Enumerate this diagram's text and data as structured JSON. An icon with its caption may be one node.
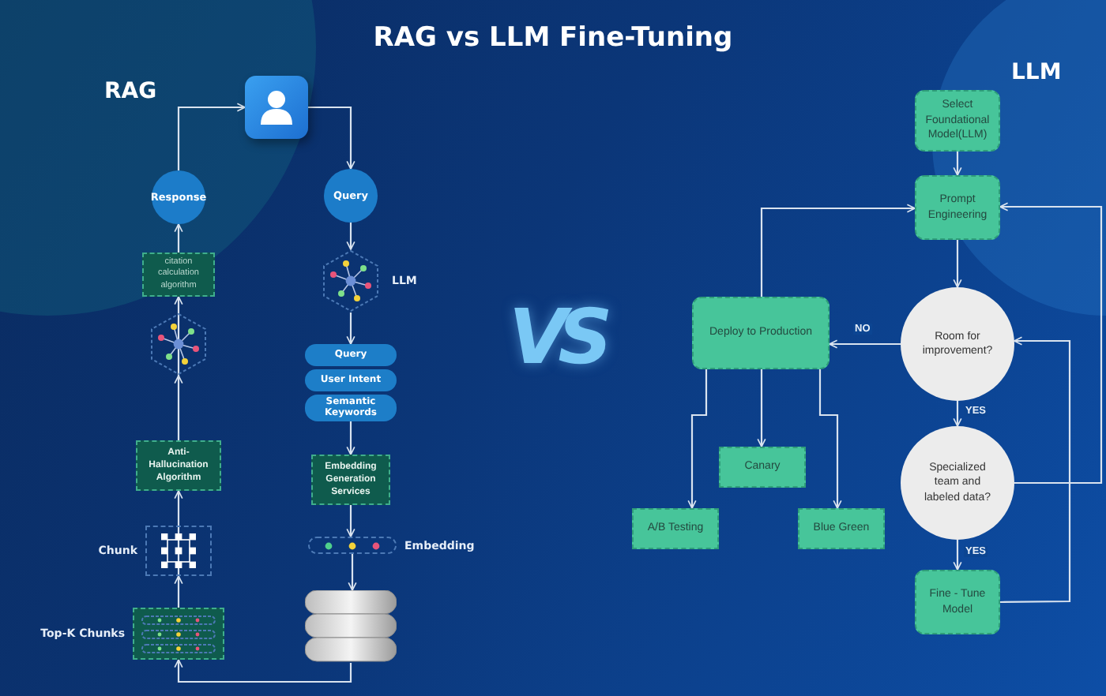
{
  "diagram": {
    "title": "RAG vs LLM Fine-Tuning",
    "nodes": [
      {
        "text": [],
        "shape": "picture"
      },
      {
        "text": [
          "Response"
        ]
      },
      {
        "text": [
          "Query"
        ]
      },
      {
        "text": [
          "citation calculation algorithm"
        ]
      },
      {
        "text": [],
        "shape": "hexagon"
      },
      {
        "text": [],
        "shape": "hexagon",
        "beside": [
          "LLM"
        ]
      },
      {
        "text": [
          "Query"
        ]
      },
      {
        "text": [
          "User Intent"
        ]
      },
      {
        "text": [
          "Semantic Keywords"
        ]
      },
      {
        "text": [
          "Anti- Hallucination Algorithm"
        ]
      },
      {
        "text": [
          "Embedding Generation Services"
        ]
      },
      {
        "text": [],
        "shape": "box",
        "beside": [
          "Chunk"
        ]
      },
      {
        "text": [],
        "shape": "bar",
        "beside": [
          "Embedding"
        ]
      },
      {
        "text": [],
        "shape": "box",
        "beside": [
          "Top-K Chunks"
        ]
      },
      {
        "text": [],
        "shape": "cylinder"
      },
      {
        "text": [
          "Select Foundational Model(LLM)"
        ]
      },
      {
        "text": [
          "Prompt Engineering"
        ]
      },
      {
        "text": [
          "Room for improvement?"
        ]
      },
      {
        "text": [
          "Deploy to Production"
        ]
      },
      {
        "text": [
          "Canary"
        ]
      },
      {
        "text": [
          "A/B Testing"
        ]
      },
      {
        "text": [
          "Blue Green"
        ]
      },
      {
        "text": [
          "Specialized team and labeled data?"
        ]
      },
      {
        "text": [
          "Fine - Tune Model"
        ]
      }
    ],
    "edges": [
      {
        "from": 1,
        "to": 0,
        "arrow": "to"
      },
      {
        "from": 0,
        "to": 2,
        "arrow": "to"
      },
      {
        "from": 2,
        "to": 5,
        "arrow": "to"
      },
      {
        "from": 5,
        "to": 6,
        "arrow": "to"
      },
      {
        "from": 8,
        "to": 10,
        "arrow": "to"
      },
      {
        "from": 10,
        "to": 12,
        "arrow": "to"
      },
      {
        "from": 12,
        "to": 14,
        "arrow": "to"
      },
      {
        "from": 14,
        "to": 13,
        "arrow": "to"
      },
      {
        "from": 13,
        "to": 11,
        "arrow": "to"
      },
      {
        "from": 11,
        "to": 9,
        "arrow": "to"
      },
      {
        "from": 9,
        "to": 4,
        "arrow": "to"
      },
      {
        "from": 4,
        "to": 3,
        "arrow": "to"
      },
      {
        "from": 3,
        "to": 1,
        "arrow": "to"
      },
      {
        "from": 15,
        "to": 16,
        "arrow": "to"
      },
      {
        "from": 16,
        "to": 17,
        "arrow": "to"
      },
      {
        "from": 17,
        "to": 18,
        "arrow": "to",
        "label": "NO"
      },
      {
        "from": 18,
        "to": 16,
        "arrow": "to"
      },
      {
        "from": 18,
        "to": 20,
        "arrow": "to"
      },
      {
        "from": 18,
        "to": 19,
        "arrow": "to"
      },
      {
        "from": 18,
        "to": 21,
        "arrow": "to"
      },
      {
        "from": 17,
        "to": 22,
        "arrow": "to",
        "label": "YES"
      },
      {
        "from": 22,
        "to": 23,
        "arrow": "to",
        "label": "YES"
      },
      {
        "from": 22,
        "to": 16,
        "arrow": "to"
      },
      {
        "from": 23,
        "to": 17,
        "arrow": "to"
      }
    ],
    "labels": [
      "RAG",
      "LLM",
      "VS"
    ]
  }
}
